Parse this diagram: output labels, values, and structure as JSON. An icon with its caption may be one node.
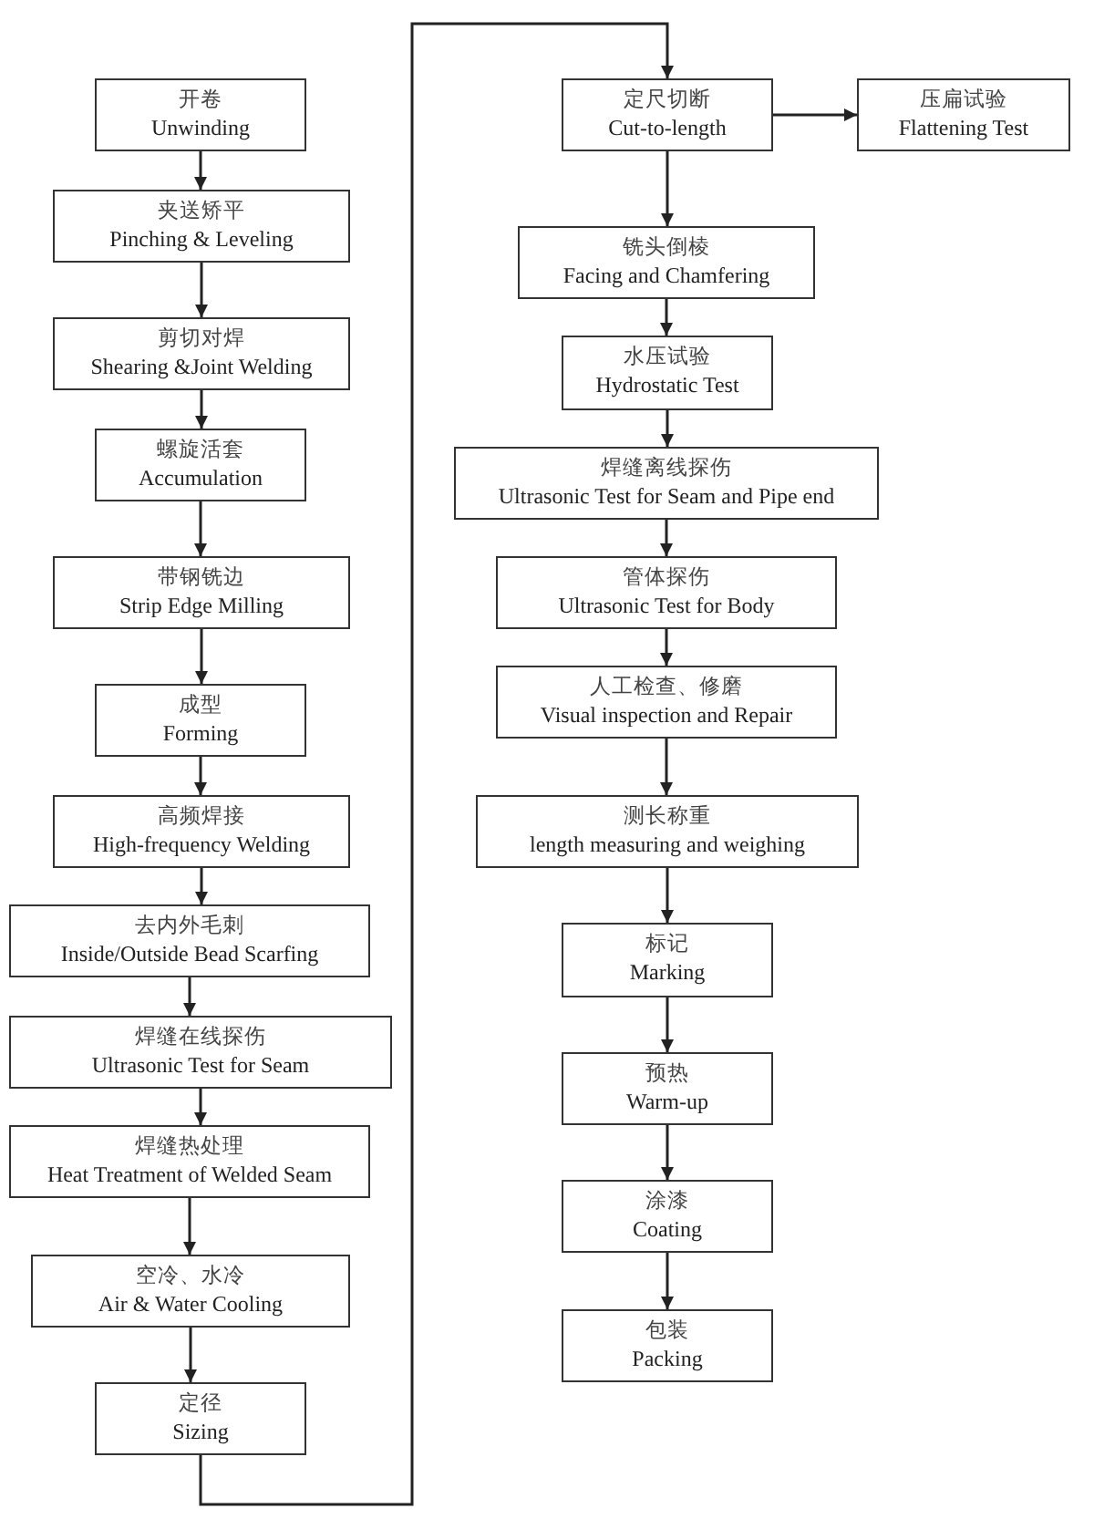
{
  "diagram": {
    "nodes": [
      {
        "text": [
          "开卷",
          "Unwinding"
        ]
      },
      {
        "text": [
          "夹送矫平",
          "Pinching & Leveling"
        ]
      },
      {
        "text": [
          "剪切对焊",
          "Shearing &Joint Welding"
        ]
      },
      {
        "text": [
          "螺旋活套",
          "Accumulation"
        ]
      },
      {
        "text": [
          "带钢铣边",
          "Strip Edge Milling"
        ]
      },
      {
        "text": [
          "成型",
          "Forming"
        ]
      },
      {
        "text": [
          "高频焊接",
          "High-frequency Welding"
        ]
      },
      {
        "text": [
          "去内外毛刺",
          "Inside/Outside Bead Scarfing"
        ]
      },
      {
        "text": [
          "焊缝在线探伤",
          "Ultrasonic Test for Seam"
        ]
      },
      {
        "text": [
          "焊缝热处理",
          "Heat Treatment of Welded Seam"
        ]
      },
      {
        "text": [
          "空冷、水冷",
          "Air & Water Cooling"
        ]
      },
      {
        "text": [
          "定径",
          "Sizing"
        ]
      },
      {
        "text": [
          "定尺切断",
          "Cut-to-length"
        ]
      },
      {
        "text": [
          "压扁试验",
          "Flattening Test"
        ]
      },
      {
        "text": [
          "铣头倒棱",
          "Facing and Chamfering"
        ]
      },
      {
        "text": [
          "水压试验",
          "Hydrostatic Test"
        ]
      },
      {
        "text": [
          "焊缝离线探伤",
          "Ultrasonic Test for Seam and Pipe end"
        ]
      },
      {
        "text": [
          "管体探伤",
          "Ultrasonic Test for Body"
        ]
      },
      {
        "text": [
          "人工检查、修磨",
          "Visual inspection and Repair"
        ]
      },
      {
        "text": [
          "测长称重",
          "length measuring and weighing"
        ]
      },
      {
        "text": [
          "标记",
          "Marking"
        ]
      },
      {
        "text": [
          "预热",
          "Warm-up"
        ]
      },
      {
        "text": [
          "涂漆",
          "Coating"
        ]
      },
      {
        "text": [
          "包装",
          "Packing"
        ]
      }
    ],
    "edges": [
      {
        "from": 0,
        "to": 1,
        "arrow": "to"
      },
      {
        "from": 1,
        "to": 2,
        "arrow": "to"
      },
      {
        "from": 2,
        "to": 3,
        "arrow": "to"
      },
      {
        "from": 3,
        "to": 4,
        "arrow": "to"
      },
      {
        "from": 4,
        "to": 5,
        "arrow": "to"
      },
      {
        "from": 5,
        "to": 6,
        "arrow": "to"
      },
      {
        "from": 6,
        "to": 7,
        "arrow": "to"
      },
      {
        "from": 7,
        "to": 8,
        "arrow": "to"
      },
      {
        "from": 8,
        "to": 9,
        "arrow": "to"
      },
      {
        "from": 9,
        "to": 10,
        "arrow": "to"
      },
      {
        "from": 10,
        "to": 11,
        "arrow": "to"
      },
      {
        "from": 11,
        "to": 12,
        "arrow": "to"
      },
      {
        "from": 12,
        "to": 13,
        "arrow": "to"
      },
      {
        "from": 12,
        "to": 14,
        "arrow": "to"
      },
      {
        "from": 14,
        "to": 15,
        "arrow": "to"
      },
      {
        "from": 15,
        "to": 16,
        "arrow": "to"
      },
      {
        "from": 16,
        "to": 17,
        "arrow": "to"
      },
      {
        "from": 17,
        "to": 18,
        "arrow": "to"
      },
      {
        "from": 18,
        "to": 19,
        "arrow": "to"
      },
      {
        "from": 19,
        "to": 20,
        "arrow": "to"
      },
      {
        "from": 20,
        "to": 21,
        "arrow": "to"
      },
      {
        "from": 21,
        "to": 22,
        "arrow": "to"
      },
      {
        "from": 22,
        "to": 23,
        "arrow": "to"
      }
    ]
  }
}
